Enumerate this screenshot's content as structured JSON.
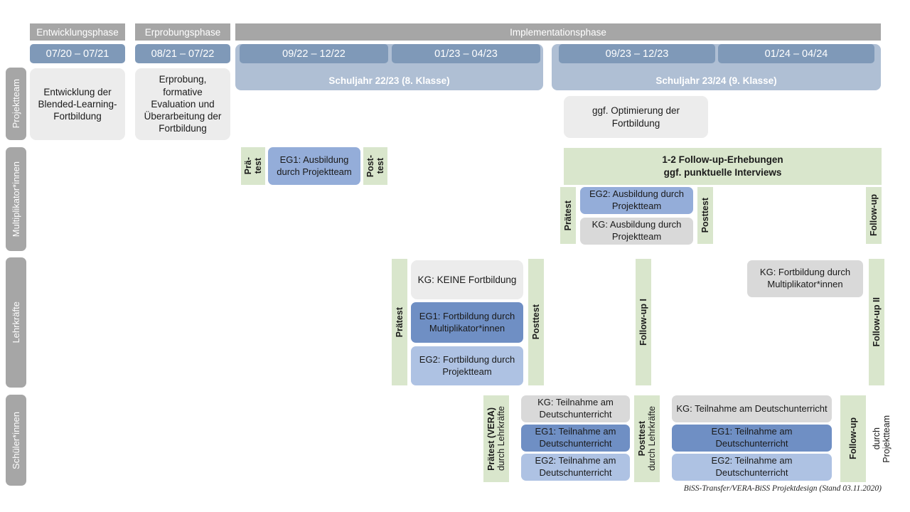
{
  "header": {
    "phases": [
      {
        "label": "Entwicklungsphase"
      },
      {
        "label": "Erprobungsphase"
      },
      {
        "label": "Implementationsphase"
      }
    ],
    "periods": [
      {
        "label": "07/20 – 07/21"
      },
      {
        "label": "08/21 – 07/22"
      },
      {
        "label": "09/22 – 12/22"
      },
      {
        "label": "01/23 – 04/23"
      },
      {
        "label": "09/23 – 12/23"
      },
      {
        "label": "01/24 – 04/24"
      }
    ],
    "schoolyears": [
      {
        "label": "Schuljahr 22/23 (8. Klasse)"
      },
      {
        "label": "Schuljahr 23/24 (9. Klasse)"
      }
    ]
  },
  "rows": {
    "projektteam": {
      "label": "Projektteam",
      "boxes": [
        {
          "text": "Entwicklung der Blended-Learning-Fortbildung"
        },
        {
          "text": "Erprobung, formative Evaluation und Überarbeitung der Fortbildung"
        },
        {
          "text": "ggf. Optimierung der Fortbildung"
        }
      ]
    },
    "multiplikatoren": {
      "label": "Multiplikator*innen",
      "pretest_1a": "Prä-",
      "pretest_1b": "test",
      "posttest_1a": "Post-",
      "posttest_1b": "test",
      "eg1": "EG1: Ausbildung durch Projektteam",
      "followup_band_line1": "1-2 Follow-up-Erhebungen",
      "followup_band_line2": "ggf. punktuelle Interviews",
      "pretest_2": "Prätest",
      "posttest_2": "Posttest",
      "followup": "Follow-up",
      "eg2": "EG2: Ausbildung durch Projektteam",
      "kg": "KG: Ausbildung durch Projektteam"
    },
    "lehrkraefte": {
      "label": "Lehrkräfte",
      "pretest": "Prätest",
      "posttest": "Posttest",
      "followup1": "Follow-up I",
      "followup2": "Follow-up II",
      "kg": "KG:  KEINE Fortbildung",
      "eg1": "EG1: Fortbildung durch Multiplikator*innen",
      "eg2": "EG2: Fortbildung durch Projektteam",
      "kg_right": "KG: Fortbildung durch Multiplikator*innen"
    },
    "schuelerinnen": {
      "label": "Schüler*innen",
      "pretest_bold": "Prätest (VERA)",
      "pretest_reg": "durch Lehrkräfte",
      "posttest_bold": "Posttest",
      "posttest_reg": "durch Lehrkräfte",
      "followup_bold": "Follow-up",
      "followup_reg1": "durch",
      "followup_reg2": "Projektteam",
      "block_left": [
        {
          "text": "KG: Teilnahme am Deutschunterricht",
          "style": "grey"
        },
        {
          "text": "EG1: Teilnahme am Deutschunterricht",
          "style": "blue-dark"
        },
        {
          "text": "EG2: Teilnahme am Deutschunterricht",
          "style": "blue-light"
        }
      ],
      "block_right": [
        {
          "text": "KG: Teilnahme am Deutschunterricht",
          "style": "grey"
        },
        {
          "text": "EG1: Teilnahme am Deutschunterricht",
          "style": "blue-dark"
        },
        {
          "text": "EG2: Teilnahme am Deutschunterricht",
          "style": "blue-light"
        }
      ]
    }
  },
  "footer": {
    "text": "BiSS-Transfer/VERA-BiSS Projektdesign (Stand 03.11.2020)"
  },
  "colors": {
    "phase_header": "#a6a6a6",
    "period": "#7F99B8",
    "schoolyear": "#AFBFD4",
    "green": "#D9E6CC",
    "grey_box": "#ececec",
    "grey_box_alt": "#d9d9d9",
    "blue_dark": "#6F8FC4",
    "blue_mid": "#94ADD9",
    "blue_light": "#AEC2E3",
    "row_label": "#a6a6a6"
  }
}
